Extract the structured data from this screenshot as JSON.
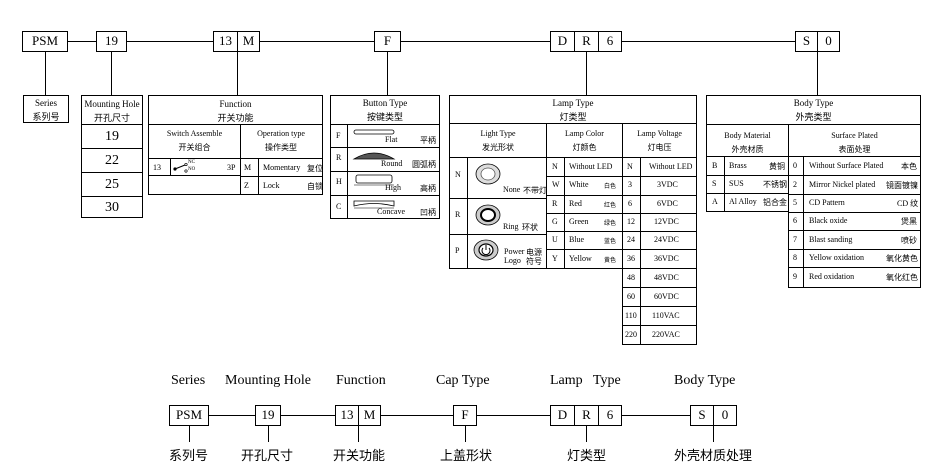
{
  "top": {
    "codes": {
      "series": "PSM",
      "hole": "19",
      "func": [
        "13",
        "M"
      ],
      "button": "F",
      "lamp": [
        "D",
        "R",
        "6"
      ],
      "body": [
        "S",
        "0"
      ]
    },
    "series_box": {
      "title": "Series",
      "subtitle": "系列号"
    },
    "mounting_box": {
      "title": "Mounting Hole",
      "subtitle": "开孔尺寸",
      "values": [
        "19",
        "22",
        "25",
        "30"
      ]
    },
    "function_box": {
      "title": "Function",
      "subtitle": "开关功能",
      "switch_title": "Switch Assemble",
      "switch_subtitle": "开关组合",
      "op_title": "Operation type",
      "op_subtitle": "操作类型",
      "switch_code": "13",
      "nc": "NC",
      "no": "NO",
      "switch_pole": "3P",
      "rows": [
        {
          "code": "M",
          "en": "Momentary",
          "cn": "复位"
        },
        {
          "code": "Z",
          "en": "Lock",
          "cn": "自锁"
        }
      ]
    },
    "button_box": {
      "title": "Button  Type",
      "subtitle": "按键类型",
      "rows": [
        {
          "code": "F",
          "en": "Flat",
          "cn": "平柄"
        },
        {
          "code": "R",
          "en": "Round",
          "cn": "圆弧柄"
        },
        {
          "code": "H",
          "en": "High",
          "cn": "高柄"
        },
        {
          "code": "C",
          "en": "Concave",
          "cn": "凹柄"
        }
      ]
    },
    "lamp_box": {
      "title": "Lamp  Type",
      "subtitle": "灯类型",
      "light_title": "Light Type",
      "light_subtitle": "发光形状",
      "color_title": "Lamp  Color",
      "color_subtitle": "灯颜色",
      "voltage_title": "Lamp Voltage",
      "voltage_subtitle": "灯电压",
      "light_rows": [
        {
          "code": "N",
          "en": "None",
          "cn": "不带灯"
        },
        {
          "code": "R",
          "en": "Ring",
          "cn": "环状"
        },
        {
          "code": "P",
          "en": "Power",
          "cn": "电源",
          "en2": "Logo",
          "cn2": "符号"
        }
      ],
      "colors": [
        {
          "code": "N",
          "en": "Without LED",
          "cn": ""
        },
        {
          "code": "W",
          "en": "White",
          "cn": "白色"
        },
        {
          "code": "R",
          "en": "Red",
          "cn": "红色"
        },
        {
          "code": "G",
          "en": "Green",
          "cn": "绿色"
        },
        {
          "code": "U",
          "en": "Blue",
          "cn": "蓝色"
        },
        {
          "code": "Y",
          "en": "Yellow",
          "cn": "黄色"
        }
      ],
      "voltages": [
        {
          "code": "N",
          "value": "Without LED"
        },
        {
          "code": "3",
          "value": "3VDC"
        },
        {
          "code": "6",
          "value": "6VDC"
        },
        {
          "code": "12",
          "value": "12VDC"
        },
        {
          "code": "24",
          "value": "24VDC"
        },
        {
          "code": "36",
          "value": "36VDC"
        },
        {
          "code": "48",
          "value": "48VDC"
        },
        {
          "code": "60",
          "value": "60VDC"
        },
        {
          "code": "110",
          "value": "110VAC"
        },
        {
          "code": "220",
          "value": "220VAC"
        }
      ]
    },
    "body_box": {
      "title": "Body Type",
      "subtitle": "外壳类型",
      "material_title": "Body Material",
      "material_subtitle": "外壳材质",
      "surface_title": "Surface Plated",
      "surface_subtitle": "表面处理",
      "materials": [
        {
          "code": "B",
          "en": "Brass",
          "cn": "黄铜"
        },
        {
          "code": "S",
          "en": "SUS",
          "cn": "不锈钢"
        },
        {
          "code": "A",
          "en": "Al Alloy",
          "cn": "铝合金"
        }
      ],
      "surfaces": [
        {
          "code": "0",
          "en": "Without Surface Plated",
          "cn": "本色"
        },
        {
          "code": "2",
          "en": "Mirror Nickel plated",
          "cn": "镜面镀镍"
        },
        {
          "code": "5",
          "en": "CD Pattern",
          "cn": "CD 纹"
        },
        {
          "code": "6",
          "en": "Black oxide",
          "cn": "煲黑"
        },
        {
          "code": "7",
          "en": "Blast sanding",
          "cn": "喷砂"
        },
        {
          "code": "8",
          "en": "Yellow oxidation",
          "cn": "氧化黄色"
        },
        {
          "code": "9",
          "en": "Red oxidation",
          "cn": "氧化红色"
        }
      ]
    }
  },
  "bottom": {
    "labels": [
      "Series",
      "Mounting Hole",
      "Function",
      "Cap Type",
      "Lamp   Type",
      "Body Type"
    ],
    "codes": {
      "series": "PSM",
      "hole": "19",
      "func": [
        "13",
        "M"
      ],
      "cap": "F",
      "lamp": [
        "D",
        "R",
        "6"
      ],
      "body": [
        "S",
        "0"
      ]
    },
    "captions": [
      "系列号",
      "开孔尺寸",
      "开关功能",
      "上盖形状",
      "灯类型",
      "外壳材质处理"
    ]
  }
}
